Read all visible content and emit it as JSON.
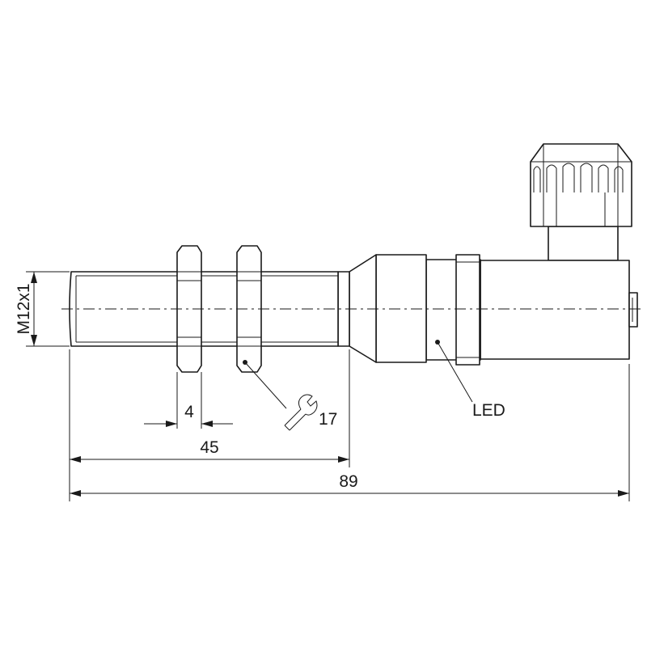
{
  "dimensions": {
    "thread": "M12x1",
    "nut_width": "4",
    "threaded_length": "45",
    "total_length": "89"
  },
  "callouts": {
    "wrench_size": "17",
    "led": "LED"
  },
  "icons": {
    "wrench": "wrench-icon"
  }
}
